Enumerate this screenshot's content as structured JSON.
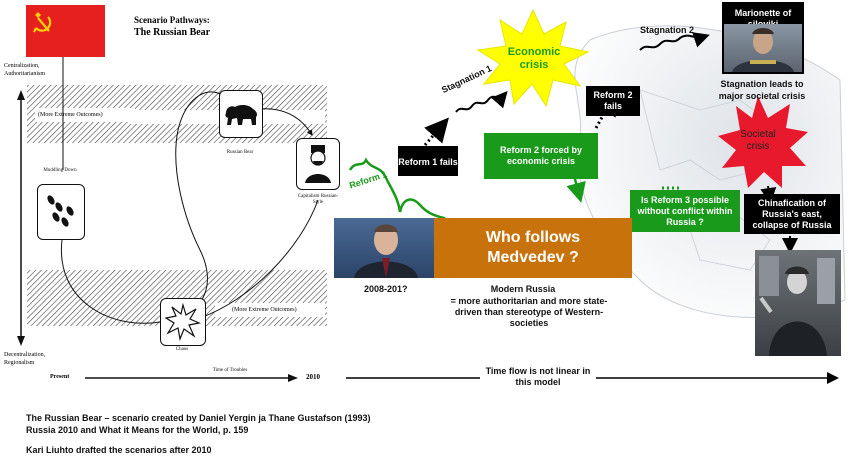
{
  "diagram": {
    "left_scan": {
      "title_line1": "Scenario Pathways:",
      "title_line2": "The Russian Bear",
      "axis_top": "Centralization, Authoritarianism",
      "axis_bottom": "Decentralization, Regionalism",
      "band_top": "(More Extreme Outcomes)",
      "band_bottom": "(More Extreme Outcomes)",
      "node_muddling": "Muddling Down",
      "node_bear": "Russian Bear",
      "node_capitalism": "Capitalism Russian-Style",
      "node_chaos": "Chaos",
      "timeline_present": "Present",
      "timeline_troubles": "Time of Troubles",
      "timeline_2010": "2010"
    },
    "right": {
      "reform1_label": "Reform 1",
      "reform1_fails": "Reform 1 fails",
      "stagnation1": "Stagnation 1",
      "economic_crisis": "Economic crisis",
      "reform2_forced": "Reform 2 forced by economic crisis",
      "reform2_fails": "Reform 2 fails",
      "stagnation2": "Stagnation 2",
      "marionette": "Marionette of siloviki",
      "stagnation_leads": "Stagnation leads to major societal crisis",
      "societal_crisis": "Societal crisis",
      "reform3": "Is Reform 3 possible without conflict within Russia ?",
      "chinafication": "Chinafication of Russia's east, collapse of Russia",
      "who_follows": "Who follows Medvedev ?",
      "years": "2008-201?",
      "modern_russia_title": "Modern Russia",
      "modern_russia_text": "= more authoritarian and more state-driven than stereotype of Western-societies",
      "time_flow": "Time flow is not linear in this model"
    },
    "footer": {
      "line1": "The Russian Bear – scenario created by Daniel Yergin ja Thane Gustafson (1993)",
      "line2": "Russia 2010 and What it Means for the World, p. 159",
      "line3": "Kari Liuhto drafted the scenarios after 2010"
    },
    "colors": {
      "green": "#1a9a1a",
      "orange": "#c8720c",
      "black": "#000000",
      "red": "#e8192c",
      "yellow": "#ffff00",
      "flag_red": "#e6201e"
    },
    "icons": [
      "hammer-and-sickle-icon",
      "bear-icon",
      "footprints-icon",
      "explosion-icon",
      "man-portrait-icon"
    ]
  }
}
